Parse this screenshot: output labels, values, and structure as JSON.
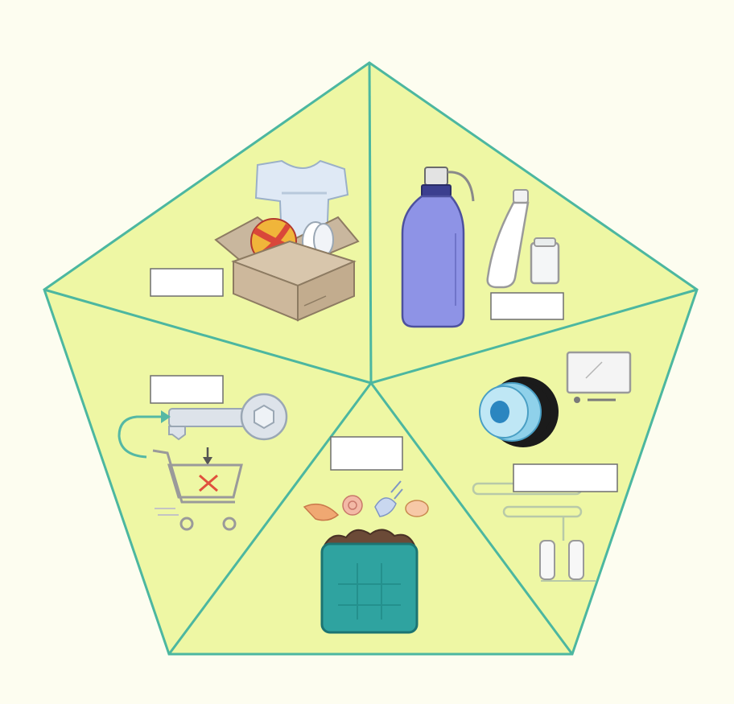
{
  "diagram": {
    "colors": {
      "background": "#fdfdf0",
      "pentagon_fill": "#eef7a4",
      "outline": "#4cb7a0"
    },
    "sections": [
      {
        "id": "reuse",
        "label": "",
        "icon": "clothes-box-ball-icon"
      },
      {
        "id": "reduce",
        "label": "",
        "icon": "reusable-bottle-icon"
      },
      {
        "id": "recycle",
        "label": "",
        "icon": "tape-roll-monitor-icon"
      },
      {
        "id": "rot",
        "label": "",
        "icon": "compost-bin-icon"
      },
      {
        "id": "refuse",
        "label": "",
        "icon": "shopping-cart-key-icon"
      }
    ]
  }
}
